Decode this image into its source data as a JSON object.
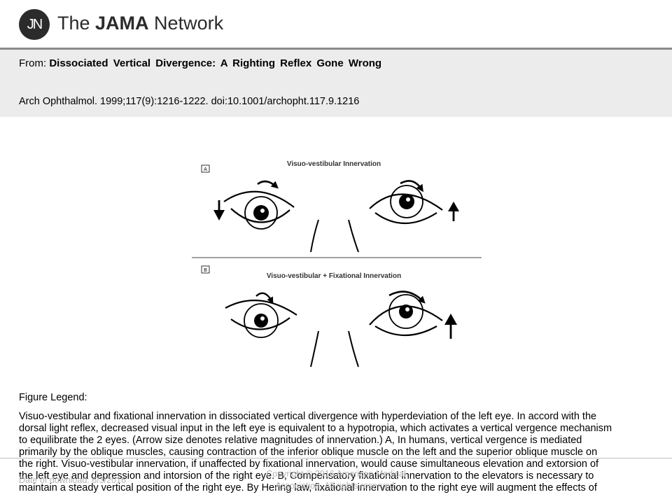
{
  "header": {
    "logo_badge": "JN",
    "brand_prefix": "The ",
    "brand_bold": "JAMA",
    "brand_suffix": " Network"
  },
  "article": {
    "from_label": "From:",
    "title": "Dissociated  Vertical Divergence:  A Righting Reflex Gone Wrong",
    "citation": "Arch Ophthalmol. 1999;117(9):1216-1222. doi:10.1001/archopht.117.9.1216"
  },
  "figure": {
    "panel_a_label": "A",
    "panel_a_title": "Visuo-vestibular Innervation",
    "panel_b_label": "B",
    "panel_b_title": "Visuo-vestibular + Fixational Innervation"
  },
  "legend": {
    "title": "Figure Legend:",
    "lines": "Visuo-vestibular and fixational innervation in dissociated vertical divergence with hyperdeviation of the left eye. In accord with the\ndorsal light reflex, decreased visual input in the left eye is equivalent to a hypotropia, which activates a vertical vergence mechanism\nto equilibrate the 2 eyes. (Arrow size denotes relative magnitudes of innervation.) A, In humans, vertical vergence is mediated\nprimarily by the oblique muscles, causing contraction of the inferior oblique muscle on the left and the superior oblique muscle on\nthe right. Visuo-vestibular innervation, if unaffected by fixational innervation, would cause simultaneous elevation and extorsion of\nthe left eye and depression and intorsion of the right eye. B, Compensatory fixational innervation to the elevators is necessary to\nmaintain a steady vertical position of the right eye. By Hering law, fixational innervation to the right eye will augment the effects of"
  },
  "footer": {
    "date": "Date of download:  6/3/2016",
    "copyright": "Copyright © 2016 American Medical Association. All rights reserved."
  }
}
